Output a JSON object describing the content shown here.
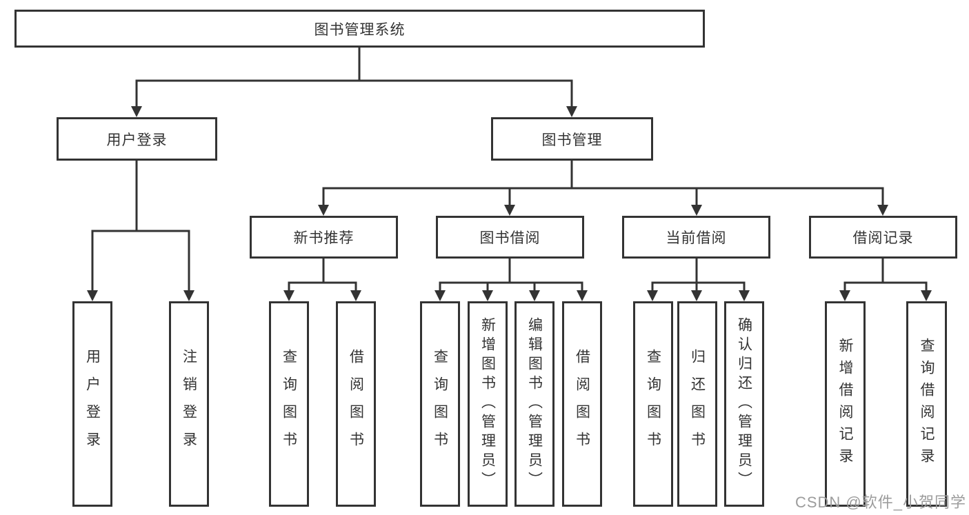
{
  "diagram": {
    "root": "图书管理系统",
    "level2": {
      "user_login": "用户登录",
      "book_management": "图书管理"
    },
    "level3": {
      "new_book_recommend": "新书推荐",
      "book_borrowing": "图书借阅",
      "current_borrowing": "当前借阅",
      "borrowing_records": "借阅记录"
    },
    "leaves": {
      "user_login": [
        "用户登录",
        "注销登录"
      ],
      "new_book_recommend": [
        "查询图书",
        "借阅图书"
      ],
      "book_borrowing": [
        "查询图书",
        "新增图书（管理员）",
        "编辑图书（管理员）",
        "借阅图书"
      ],
      "current_borrowing": [
        "查询图书",
        "归还图书",
        "确认归还（管理员）"
      ],
      "borrowing_records": [
        "新增借阅记录",
        "查询借阅记录"
      ]
    },
    "colors": {
      "line": "#333333",
      "text": "#333333",
      "background": "#ffffff",
      "watermark": "#9c9c9c"
    }
  },
  "watermark": {
    "text": "CSDN @软件_小贺同学"
  }
}
